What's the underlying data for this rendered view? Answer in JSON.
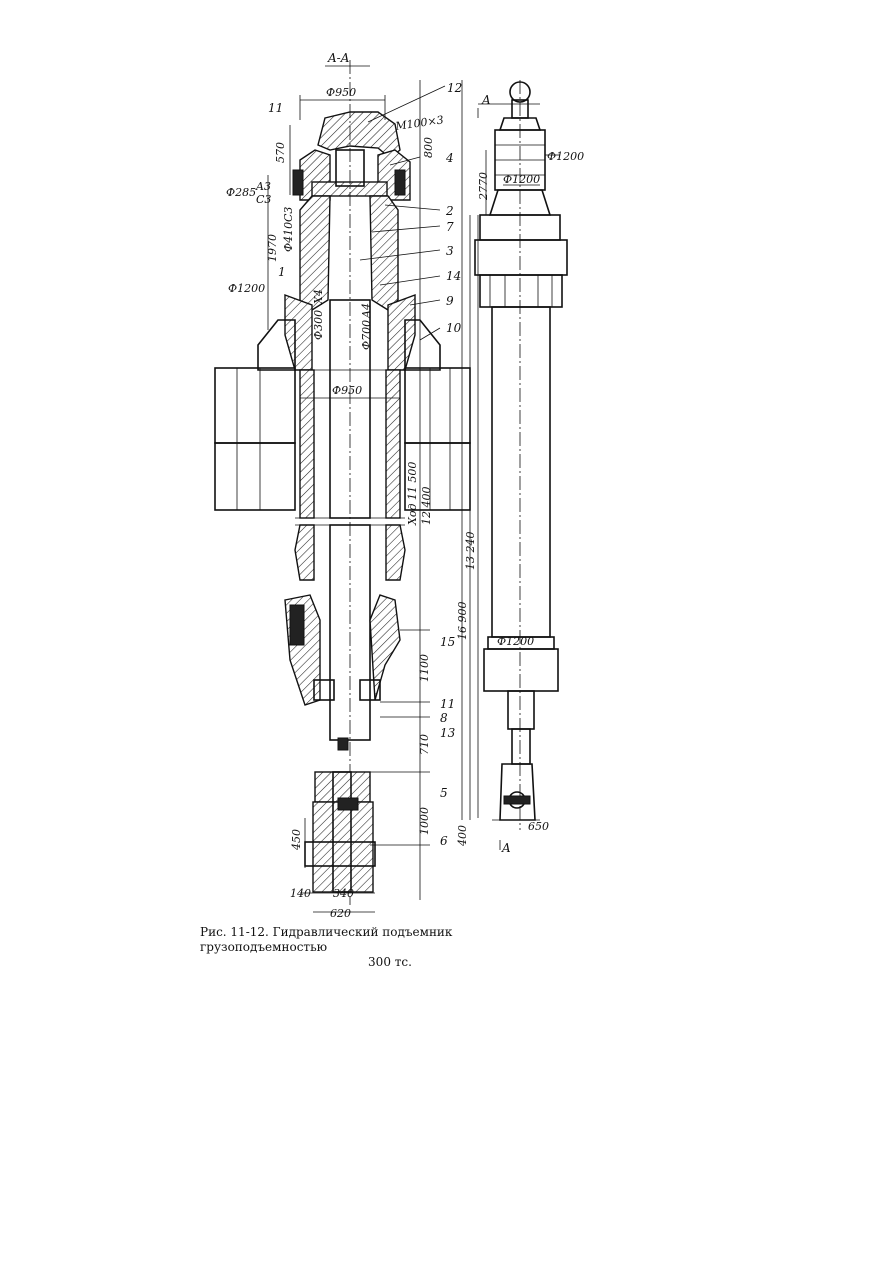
{
  "figure": {
    "section_label": "A-A",
    "view_marks": [
      "A",
      "A"
    ],
    "callouts": [
      "12",
      "11",
      "4",
      "2",
      "7",
      "3",
      "1",
      "14",
      "9",
      "10",
      "15",
      "11",
      "8",
      "13",
      "5",
      "6"
    ],
    "dimensions": {
      "d950_top": "Ф950",
      "d950_mid": "Ф950",
      "thread": "M100×3",
      "d285": "Ф285",
      "fit_a3": "A3",
      "fit_c3": "C3",
      "d410": "Ф410",
      "fit_c3b": "C3",
      "d1200_left": "Ф1200",
      "d300": "Ф300",
      "fit_x4": "X4",
      "d700": "Ф700",
      "fit_a4": "A4",
      "len_570": "570",
      "len_800": "800",
      "len_1970": "1970",
      "stroke": "Ход 11 500",
      "len_12400": "12 400",
      "len_1100": "1100",
      "len_710": "710",
      "len_1000": "1000",
      "len_450": "450",
      "w_140": "140",
      "w_340": "340",
      "w_620": "620",
      "r_2770": "2770",
      "r_d1200a": "Ф1200",
      "r_d1200b": "Ф1200",
      "r_d1200c": "Ф1200",
      "r_13240": "13 240",
      "r_16900": "16 900",
      "r_400": "400",
      "r_650": "650"
    }
  },
  "caption": {
    "line1": "Рис. 11-12. Гидравлический подъемник грузоподъемностью",
    "line2": "300 тс."
  }
}
